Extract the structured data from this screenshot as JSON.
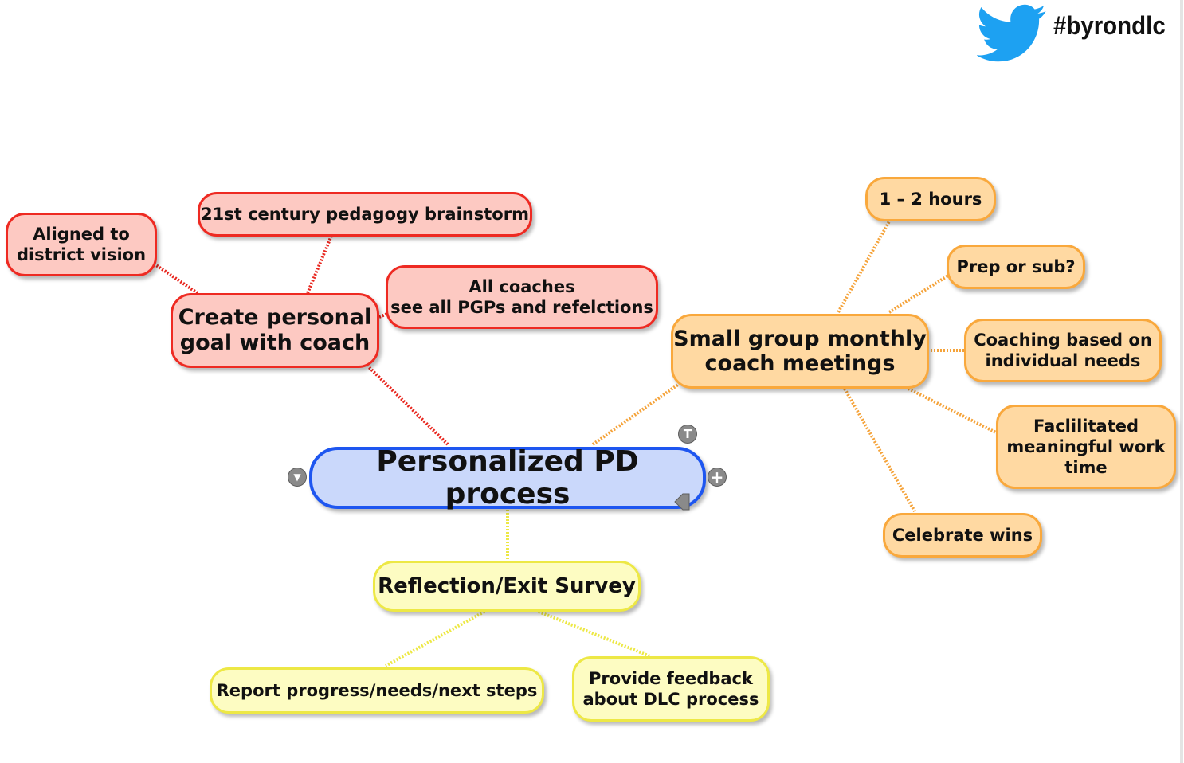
{
  "header": {
    "hashtag": "#byrondlc",
    "logo_icon": "twitter-bird-icon",
    "logo_color": "#1da1f2"
  },
  "colors": {
    "red_fill": "#fdc9c2",
    "red_border": "#ee2a22",
    "orange_fill": "#ffd9a2",
    "orange_border": "#f9a83c",
    "yellow_fill": "#fdfcc2",
    "yellow_border": "#ede845",
    "blue_fill": "#cad8fb",
    "blue_border": "#1e56f0"
  },
  "nodes": {
    "root": "Personalized PD process",
    "goal": "Create personal\ngoal with coach",
    "aligned": "Aligned to\ndistrict vision",
    "pedagogy": "21st century pedagogy brainstorm",
    "coaches": "All coaches\nsee all PGPs and refelctions",
    "meetings": "Small group monthly\ncoach meetings",
    "hours": "1 – 2 hours",
    "prep": "Prep or sub?",
    "coaching": "Coaching based on\nindividual needs",
    "facilitated": "Faclilitated\nmeaningful work\ntime",
    "celebrate": "Celebrate wins",
    "reflection": "Reflection/Exit Survey",
    "report": "Report progress/needs/next steps",
    "feedback": "Provide feedback\nabout DLC process"
  },
  "controls": {
    "collapse_icon": "collapse-triangle-icon",
    "add_icon": "add-plus-icon",
    "topic_icon": "topic-t-icon",
    "collapse_glyph": "▼",
    "add_glyph": "+",
    "topic_glyph": "T"
  }
}
